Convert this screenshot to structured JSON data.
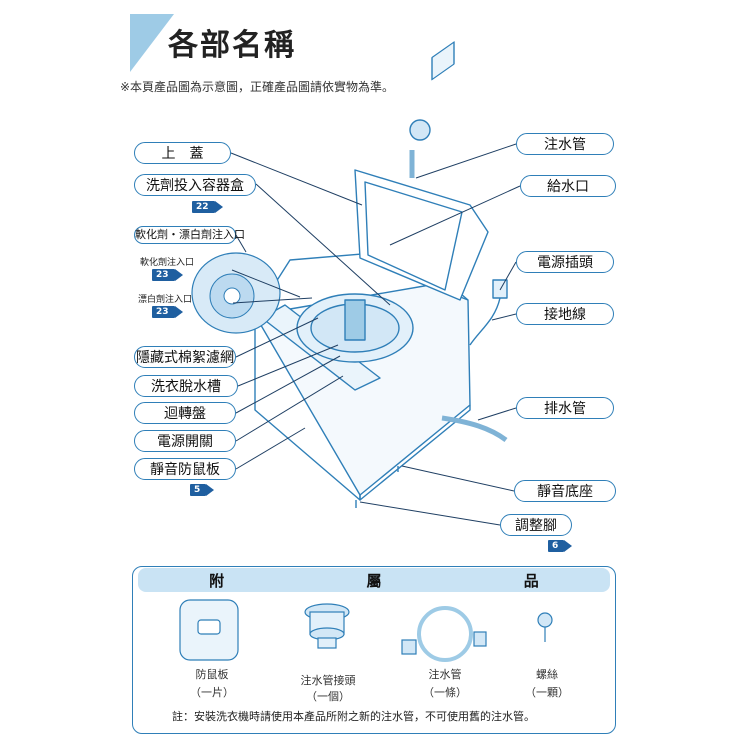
{
  "title": "各部名稱",
  "note": "※本頁產品圖為示意圖，正確產品圖請依實物為準。",
  "labels_left": [
    {
      "text": "上　蓋",
      "page": null
    },
    {
      "text": "洗劑投入容器盒",
      "page": "22"
    },
    {
      "text": "軟化劑・漂白劑注入口",
      "page": null
    },
    {
      "text": "隱藏式棉絮濾網",
      "page": null
    },
    {
      "text": "洗衣脫水槽",
      "page": null
    },
    {
      "text": "迴轉盤",
      "page": null
    },
    {
      "text": "電源開關",
      "page": null
    },
    {
      "text": "靜音防鼠板",
      "page": "5"
    }
  ],
  "inset": {
    "softener_label": "軟化劑注入口",
    "softener_page": "23",
    "bleach_label": "漂白劑注入口",
    "bleach_page": "23"
  },
  "labels_right": [
    {
      "text": "注水管",
      "page": null
    },
    {
      "text": "給水口",
      "page": null
    },
    {
      "text": "電源插頭",
      "page": null
    },
    {
      "text": "接地線",
      "page": null
    },
    {
      "text": "排水管",
      "page": null
    },
    {
      "text": "靜音底座",
      "page": null
    },
    {
      "text": "調整腳",
      "page": "6"
    }
  ],
  "accessories": {
    "heading": [
      "附",
      "屬",
      "品"
    ],
    "items": [
      {
        "name": "防鼠板",
        "qty": "（一片）"
      },
      {
        "name": "注水管接頭",
        "qty": "（一個）"
      },
      {
        "name": "注水管",
        "qty": "（一條）"
      },
      {
        "name": "螺絲",
        "qty": "（一顆）"
      }
    ],
    "note": "註：安裝洗衣機時請使用本產品所附之新的注水管，不可使用舊的注水管。"
  },
  "colors": {
    "accent": "#2f7fb8",
    "heading_bg": "#c9e3f4",
    "tag": "#1f5fa0",
    "title_tri": "#9ecbe6"
  }
}
